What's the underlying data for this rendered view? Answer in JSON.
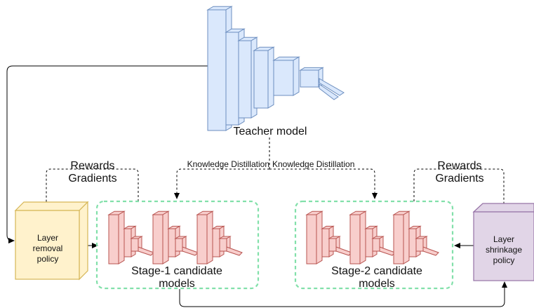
{
  "teacher": {
    "label": "Teacher model",
    "fill": "#dae8fc",
    "stroke": "#6c8ebf"
  },
  "distillation": {
    "left_label": "Knowledge Distillation",
    "right_label": "Knowledge Distillation"
  },
  "stage1": {
    "caption_line1": "Stage-1 candidate",
    "caption_line2": "models",
    "feedback_line1": "Rewards",
    "feedback_line2": "Gradients"
  },
  "stage2": {
    "caption_line1": "Stage-2 candidate",
    "caption_line2": "models",
    "feedback_line1": "Rewards",
    "feedback_line2": "Gradients"
  },
  "removal_policy": {
    "line1": "Layer",
    "line2": "removal",
    "line3": "policy",
    "fill": "#fff2cc",
    "stroke": "#d6b656"
  },
  "shrinkage_policy": {
    "line1": "Layer",
    "line2": "shrinkage",
    "line3": "policy",
    "fill": "#e1d5e7",
    "stroke": "#9673a6"
  },
  "candidate": {
    "fill": "#f8cecc",
    "stroke": "#b85450"
  },
  "group_box_stroke": "#82e0aa"
}
